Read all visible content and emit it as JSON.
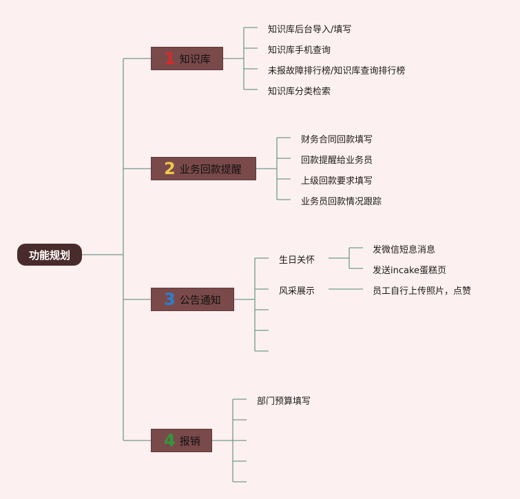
{
  "root": {
    "label": "功能规划"
  },
  "branches": [
    {
      "number": "1",
      "label": "知识库",
      "number_color": "#d42a2a",
      "items": [
        "知识库后台导入/填写",
        "知识库手机查询",
        "未报故障排行榜/知识库查询排行榜",
        "知识库分类检索"
      ]
    },
    {
      "number": "2",
      "label": "业务回款提醒",
      "number_color": "#f0c84a",
      "items": [
        "财务合同回款填写",
        "回款提醒给业务员",
        "上级回款要求填写",
        "业务员回款情况跟踪"
      ]
    },
    {
      "number": "3",
      "label": "公告通知",
      "number_color": "#2a7fd4",
      "items": [
        {
          "label": "生日关怀",
          "children": [
            "发微信短息消息",
            "发送incake蛋糕页"
          ]
        },
        {
          "label": "风采展示",
          "children": [
            "员工自行上传照片，点赞"
          ]
        }
      ]
    },
    {
      "number": "4",
      "label": "报销",
      "number_color": "#2f9a3a",
      "items": [
        "部门预算填写"
      ]
    }
  ],
  "colors": {
    "background": "#fdf0f0",
    "connector": "#5f8f80",
    "branch_fill": "#7a4a4a",
    "root_fill": "#4a2b2b"
  }
}
